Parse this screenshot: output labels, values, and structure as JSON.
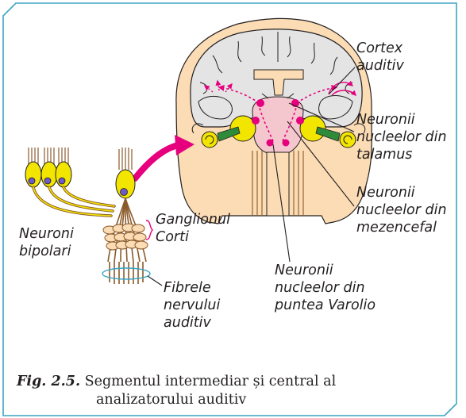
{
  "labels": {
    "cortex": [
      "Cortex",
      "auditiv"
    ],
    "talamus": [
      "Neuronii",
      "nucleelor din",
      "talamus"
    ],
    "mezencefal": [
      "Neuronii",
      "nucleelor din",
      "mezencefal"
    ],
    "ganglion": [
      "Ganglionul",
      "Corti"
    ],
    "bipolari": [
      "Neuroni",
      "bipolari"
    ],
    "fibrele": [
      "Fibrele",
      "nervului",
      "auditiv"
    ],
    "puntea": [
      "Neuronii",
      "nucleelor din",
      "puntea Varolio"
    ]
  },
  "caption": {
    "figure": "Fig. 2.5.",
    "line1": "Segmentul intermediar și central al",
    "line2": "analizatorului auditiv"
  },
  "colors": {
    "frame": "#3ba4c4",
    "head": "#fbdcb4",
    "brain": "#e4e4e4",
    "neuron_body": "#f2e500",
    "pathway": "#e6007e",
    "cochlea": "#f2e500",
    "nerve": "#2e8b3a"
  }
}
